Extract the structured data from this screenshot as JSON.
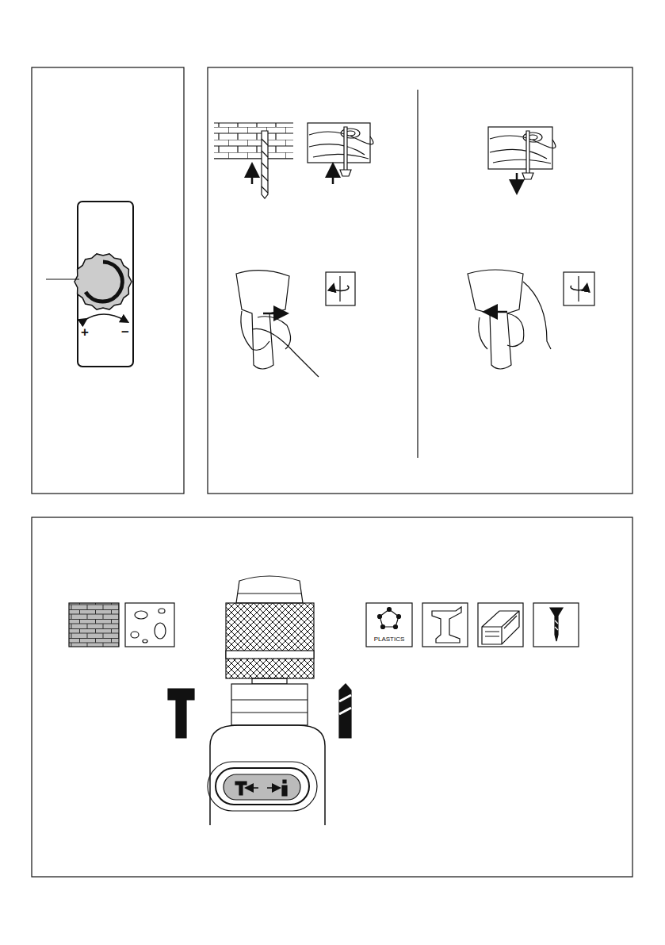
{
  "diagram": {
    "labels": [
      "+",
      "−",
      "PLASTICS"
    ]
  }
}
